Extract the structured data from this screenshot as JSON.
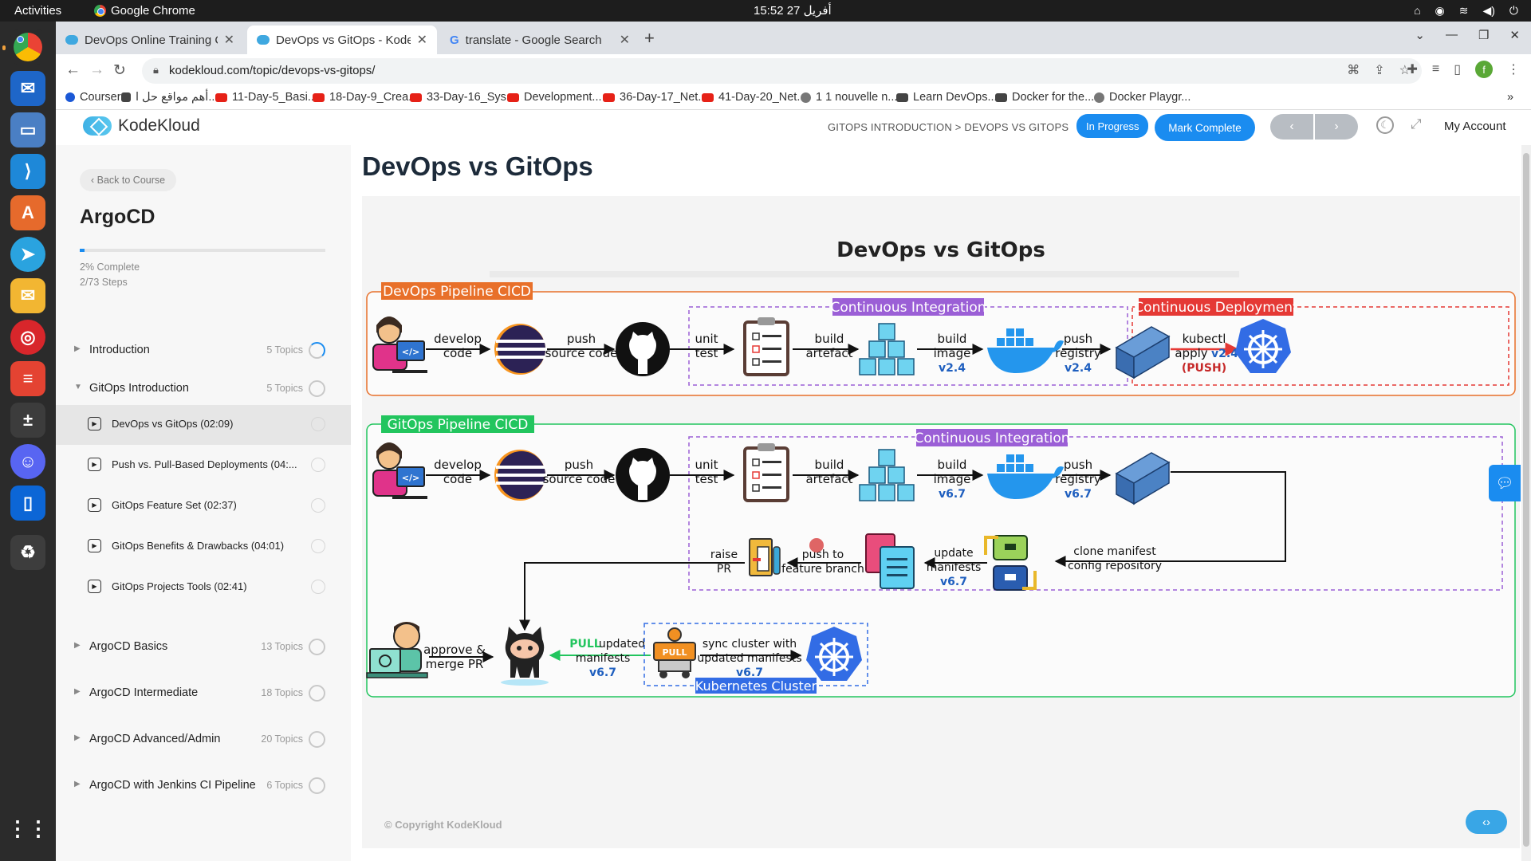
{
  "os": {
    "activities": "Activities",
    "app_name": "Google Chrome",
    "clock": "15:52  27 أفريل"
  },
  "browser": {
    "tabs": [
      {
        "title": "DevOps Online Training C",
        "active": false
      },
      {
        "title": "DevOps vs GitOps - Kodel",
        "active": true
      },
      {
        "title": "translate - Google Search",
        "active": false
      }
    ],
    "url": "kodekloud.com/topic/devops-vs-gitops/",
    "bookmarks": [
      "Coursera",
      "أهم مواقع حل ا...",
      "11-Day-5_Basi...",
      "18-Day-9_Crea...",
      "33-Day-16_Sys...",
      "Development...",
      "36-Day-17_Net...",
      "41-Day-20_Net...",
      "1 1 nouvelle n...",
      "Learn DevOps...",
      "Docker for the...",
      "Docker Playgr..."
    ],
    "profile_initial": "f"
  },
  "header": {
    "logo": "KodeKloud",
    "breadcrumb": "GITOPS INTRODUCTION > DEVOPS VS GITOPS",
    "status_button": "In Progress",
    "complete_button": "Mark Complete",
    "account": "My Account"
  },
  "sidebar": {
    "back": "‹ Back to Course",
    "course_title": "ArgoCD",
    "progress": 0.02,
    "percent_text": "2% Complete",
    "steps_text": "2/73 Steps",
    "sections": [
      {
        "label": "Introduction",
        "count": "5 Topics",
        "expanded": false,
        "status": "partial"
      },
      {
        "label": "GitOps Introduction",
        "count": "5 Topics",
        "expanded": true,
        "status": "empty",
        "lessons": [
          {
            "label": "DevOps vs GitOps (02:09)",
            "current": true
          },
          {
            "label": "Push vs. Pull-Based Deployments (04:...",
            "current": false
          },
          {
            "label": "GitOps Feature Set (02:37)",
            "current": false
          },
          {
            "label": "GitOps Benefits & Drawbacks (04:01)",
            "current": false
          },
          {
            "label": "GitOps Projects Tools (02:41)",
            "current": false
          }
        ]
      },
      {
        "label": "ArgoCD Basics",
        "count": "13 Topics",
        "expanded": false,
        "status": "empty"
      },
      {
        "label": "ArgoCD Intermediate",
        "count": "18 Topics",
        "expanded": false,
        "status": "empty"
      },
      {
        "label": "ArgoCD Advanced/Admin",
        "count": "20 Topics",
        "expanded": false,
        "status": "empty"
      },
      {
        "label": "ArgoCD with Jenkins CI Pipeline",
        "count": "6 Topics",
        "expanded": false,
        "status": "empty"
      }
    ]
  },
  "content": {
    "title": "DevOps vs GitOps",
    "copyright": "© Copyright KodeKloud",
    "diagram": {
      "title": "DevOps vs GitOps",
      "devops_label": "DevOps Pipeline CICD",
      "gitops_label": "GitOps Pipeline CICD",
      "ci_label": "Continuous Integration",
      "cd_label": "Continuous Deployment",
      "develop": [
        "develop",
        "code"
      ],
      "push_source": [
        "push",
        "source code"
      ],
      "unit_test": [
        "unit",
        "test"
      ],
      "build_artefact": [
        "build",
        "artefact"
      ],
      "build_image": [
        "build",
        "image"
      ],
      "push_registry": [
        "push",
        "registry"
      ],
      "version_devops": "v2.4",
      "version_gitops": "v6.7",
      "kubectl": [
        "kubectl",
        "apply"
      ],
      "push_tag": "(PUSH)",
      "clone_manifest": [
        "clone manifest",
        "config repository"
      ],
      "update_manifests": [
        "update",
        "manifests"
      ],
      "push_feature": [
        "push to",
        "feature branch"
      ],
      "raise_pr": [
        "raise",
        "PR"
      ],
      "approve_merge": [
        "approve &",
        "merge PR"
      ],
      "pull_updated": [
        "PULL",
        "updated",
        "manifests"
      ],
      "sync_cluster": [
        "sync cluster with",
        "updated manifests"
      ],
      "k8s_cluster": "Kubernetes Cluster",
      "robot_sign": "PULL"
    }
  },
  "colors": {
    "accent": "#1a8cf0",
    "devops_orange": "#e8702a",
    "gitops_green": "#22c55e",
    "ci_purple": "#9b5fd6",
    "cd_red": "#e53935",
    "k8s_blue": "#326ce5",
    "version_blue": "#1f5fbf"
  }
}
